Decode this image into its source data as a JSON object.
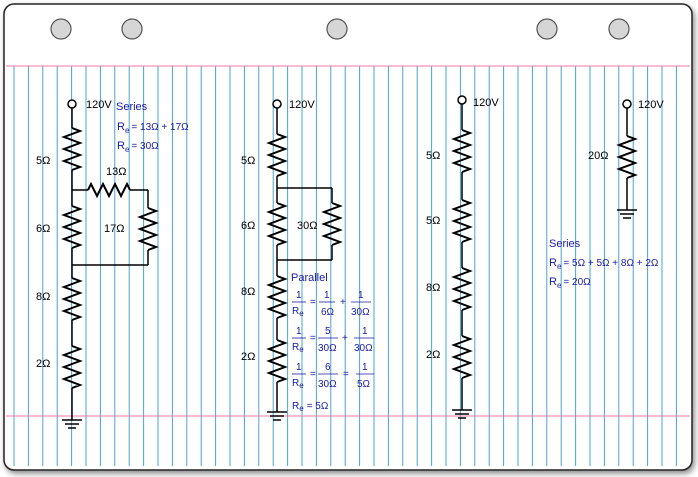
{
  "circuit1": {
    "source": "120V",
    "r_top": "5Ω",
    "r_mid": "6Ω",
    "r_par_top": "13Ω",
    "r_par_side": "17Ω",
    "r_low1": "8Ω",
    "r_low2": "2Ω",
    "note_title": "Series",
    "eq1_lhs": "R",
    "eq1_sub": "e",
    "eq1_rhs": "= 13Ω + 17Ω",
    "eq2_lhs": "R",
    "eq2_sub": "e",
    "eq2_rhs": "= 30Ω"
  },
  "circuit2": {
    "source": "120V",
    "r_top": "5Ω",
    "r_mid": "6Ω",
    "r_par": "30Ω",
    "r_low1": "8Ω",
    "r_low2": "2Ω",
    "note_title": "Parallel",
    "one": "1",
    "r": "R",
    "e": "e",
    "eq": "=",
    "plus": "+",
    "f1_a_den": "6Ω",
    "f1_b_den": "30Ω",
    "f2_a_num": "5",
    "f2_a_den": "30Ω",
    "f2_b_den": "30Ω",
    "f3_a_num": "6",
    "f3_a_den": "30Ω",
    "f3_b_den": "5Ω",
    "result": "= 5Ω"
  },
  "circuit3": {
    "source": "120V",
    "r1": "5Ω",
    "r2": "5Ω",
    "r3": "8Ω",
    "r4": "2Ω"
  },
  "circuit4": {
    "source": "120V",
    "r1": "20Ω",
    "note_title": "Series",
    "eq1_lhs": "R",
    "eq1_sub": "e",
    "eq1_rhs": "= 5Ω + 5Ω + 8Ω + 2Ω",
    "eq2_lhs": "R",
    "eq2_sub": "e",
    "eq2_rhs": "= 20Ω"
  },
  "colors": {
    "paper": "#ffffff",
    "rule_lines": "#4aa3d8",
    "margin_lines": "#f07aa8",
    "ink_black": "#000000",
    "ink_blue": "#1a1aa8"
  }
}
